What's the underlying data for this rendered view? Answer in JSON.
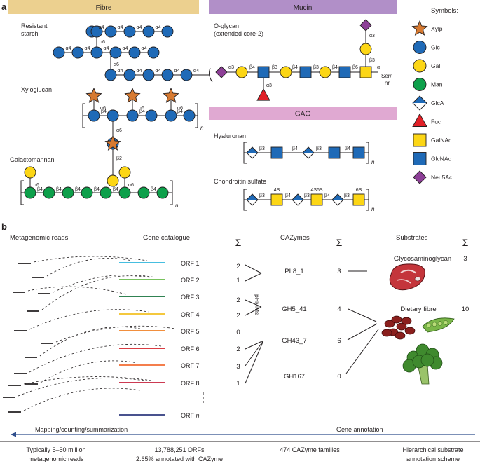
{
  "panel_a": {
    "label": "a",
    "headers": {
      "fibre": "Fibre",
      "mucin": "Mucin",
      "gag": "GAG"
    },
    "colors": {
      "fibre": "#ecd08f",
      "mucin": "#b18fc8",
      "gag": "#e0a9d2"
    },
    "resistant_starch": {
      "line1": "Resistant",
      "line2": "starch",
      "links_row1": [
        "α4",
        "α4",
        "α4",
        "α4"
      ],
      "links_row2": [
        "α4",
        "α4",
        "α4",
        "α4",
        "α4"
      ],
      "links_row3": [
        "α4",
        "α4",
        "α4",
        "α4"
      ],
      "branch1": "α6",
      "branch2": "α6",
      "tail": "α4"
    },
    "xyloglucan": {
      "label": "Xyloglucan",
      "sides": [
        "α6",
        "α6",
        "α6"
      ],
      "links": [
        "β4",
        "β4",
        "β4"
      ],
      "branch": "α6",
      "gal": "β2",
      "n": "n"
    },
    "galactomannan": {
      "label": "Galactomannan",
      "sides": [
        "α6",
        "α6"
      ],
      "links": [
        "β4",
        "β4",
        "β4",
        "β4",
        "β4",
        "β4"
      ],
      "n": "n"
    },
    "oglycan": {
      "line1": "O-glycan",
      "line2": "(extended core-2)",
      "links": [
        "α3",
        "β4",
        "β3",
        "β4",
        "β3",
        "β4",
        "β6",
        "α"
      ],
      "fuc": "α3",
      "top1": "α3",
      "top2": "β3",
      "ser1": "Ser/",
      "ser2": "Thr"
    },
    "hyaluronan": {
      "label": "Hyaluronan",
      "links": [
        "β3",
        "β4",
        "β3",
        "β4"
      ],
      "n": "n"
    },
    "chondroitin": {
      "label": "Chondroitin sulfate",
      "links": [
        "β3",
        "β4",
        "β3",
        "β4",
        "β3"
      ],
      "sulfates": [
        "4S",
        "4S6S",
        "6S"
      ],
      "n": "n"
    },
    "symbols": {
      "title": "Symbols:",
      "items": [
        {
          "label": "Xylp",
          "shape": "star-icon",
          "color": "#d77a31"
        },
        {
          "label": "Glc",
          "shape": "blue-circle-icon",
          "color": "#1f6ab7"
        },
        {
          "label": "Gal",
          "shape": "yellow-circle-icon",
          "color": "#fcd615"
        },
        {
          "label": "Man",
          "shape": "green-circle-icon",
          "color": "#0ea04b"
        },
        {
          "label": "GlcA",
          "shape": "half-diamond-icon",
          "color": "#1f6ab7"
        },
        {
          "label": "Fuc",
          "shape": "red-triangle-icon",
          "color": "#e12027"
        },
        {
          "label": "GalNAc",
          "shape": "yellow-square-icon",
          "color": "#fcd615"
        },
        {
          "label": "GlcNAc",
          "shape": "blue-square-icon",
          "color": "#1f6ab7"
        },
        {
          "label": "Neu5Ac",
          "shape": "purple-diamond-icon",
          "color": "#8d3f97"
        }
      ]
    }
  },
  "panel_b": {
    "label": "b",
    "col_metagenomic": "Metagenomic reads",
    "col_gene": "Gene catalogue",
    "sigma": "Σ",
    "col_cazymes": "CAZymes",
    "col_substrates": "Substrates",
    "orfs": [
      {
        "label": "ORF 1",
        "color": "#2bb5dc"
      },
      {
        "label": "ORF 2",
        "color": "#64b946"
      },
      {
        "label": "ORF 3",
        "color": "#13703a"
      },
      {
        "label": "ORF 4",
        "color": "#f3c022"
      },
      {
        "label": "ORF 5",
        "color": "#ef7f22"
      },
      {
        "label": "ORF 6",
        "color": "#d42027"
      },
      {
        "label": "ORF 7",
        "color": "#f26b33"
      },
      {
        "label": "ORF 8",
        "color": "#c41e3a"
      },
      {
        "label": "ORF",
        "italic": "n",
        "color": "#2f3a7e"
      }
    ],
    "phmm_counts": [
      "2",
      "1",
      "2",
      "2",
      "0",
      "2",
      "3",
      "1"
    ],
    "phmm_label": "pHMMs",
    "cazymes": [
      {
        "name": "PL8_1",
        "count": "3"
      },
      {
        "name": "GH5_41",
        "count": "4"
      },
      {
        "name": "GH43_7",
        "count": "6"
      },
      {
        "name": "GH167",
        "count": "0"
      }
    ],
    "substrates": [
      {
        "name": "Glycosaminoglycan",
        "count": "3"
      },
      {
        "name": "Dietary fibre",
        "count": "10"
      }
    ],
    "arrow_left": "Mapping/counting/summarization",
    "arrow_right": "Gene annotation",
    "footer": [
      {
        "line1": "Typically 5–50 million",
        "line2": "metagenomic reads"
      },
      {
        "line1": "13,788,251 ORFs",
        "line2": "2.65% annotated with CAZyme"
      },
      {
        "line1": "474 CAZyme families",
        "line2": ""
      },
      {
        "line1": "Hierarchical substrate",
        "line2": "annotation scheme"
      }
    ]
  }
}
